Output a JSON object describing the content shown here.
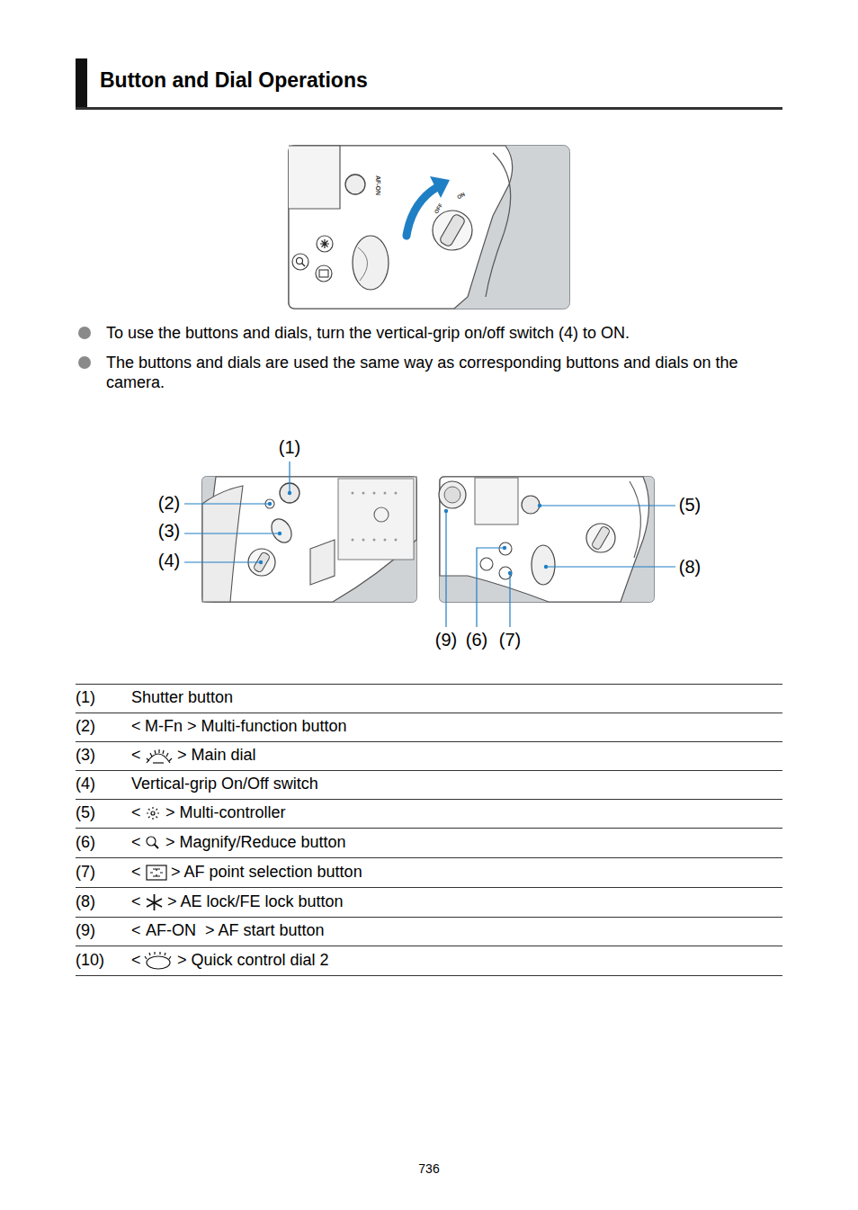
{
  "diagram": {
    "title": "Button and Dial Operations",
    "labels": [
      "To use the buttons and dials, turn the vertical-grip on/off switch (4) to ON.",
      "The buttons and dials are used the same way as corresponding buttons and dials on the camera.",
      "(1)",
      "(2)",
      "(3)",
      "(4)",
      "(5)",
      "(8)",
      "(9)",
      "(6)",
      "(7)",
      "(1)",
      "Shutter button",
      "(2)",
      "<",
      "M-Fn",
      "> Multi-function button",
      "(3)",
      "<",
      "> Main dial",
      "(4)",
      "Vertical-grip On/Off switch",
      "(5)",
      "<",
      "> Multi-controller",
      "(6)",
      "<",
      "> Magnify/Reduce button",
      "(7)",
      "<",
      "> AF point selection button",
      "(8)",
      "<",
      "> AE lock/FE lock button",
      "(9)",
      "<",
      "AF-ON",
      "> AF start button",
      "(10)",
      "<",
      "> Quick control dial 2",
      "736",
      "AF-ON",
      "OFF",
      "ON"
    ]
  }
}
